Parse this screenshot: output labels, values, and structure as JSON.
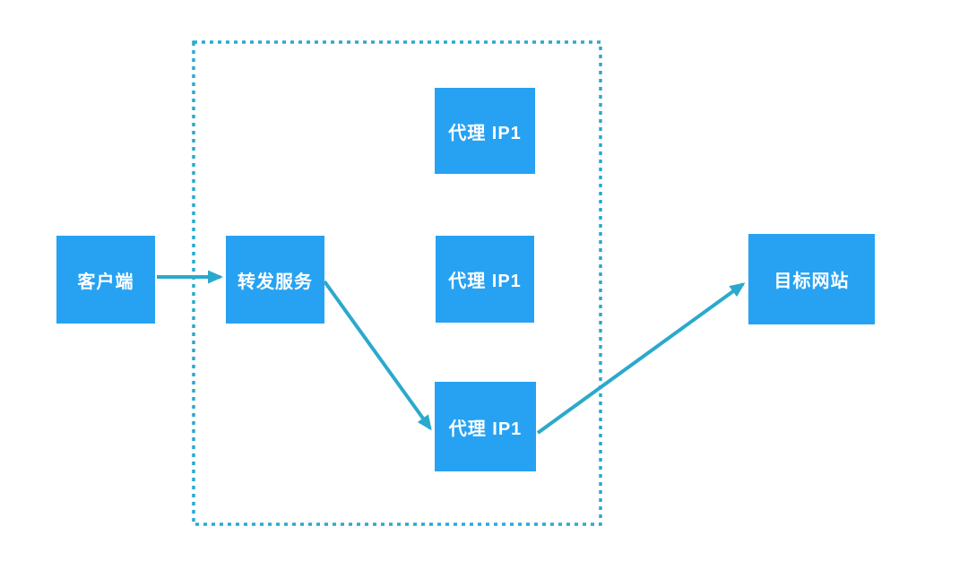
{
  "diagram": {
    "colors": {
      "background": "#ffffff",
      "node_fill": "#27a2f2",
      "node_text": "#ffffff",
      "connector": "#2ba9cd"
    },
    "nodes": {
      "client": {
        "label": "客户端"
      },
      "forward_service": {
        "label": "转发服务"
      },
      "proxy_top": {
        "label": "代理 IP1"
      },
      "proxy_middle": {
        "label": "代理 IP1"
      },
      "proxy_bottom": {
        "label": "代理 IP1"
      },
      "target_site": {
        "label": "目标网站"
      }
    },
    "edges": [
      {
        "from": "客户端",
        "to": "转发服务"
      },
      {
        "from": "转发服务",
        "to": "代理 IP1 (bottom)"
      },
      {
        "from": "代理 IP1 (bottom)",
        "to": "目标网站"
      }
    ]
  }
}
